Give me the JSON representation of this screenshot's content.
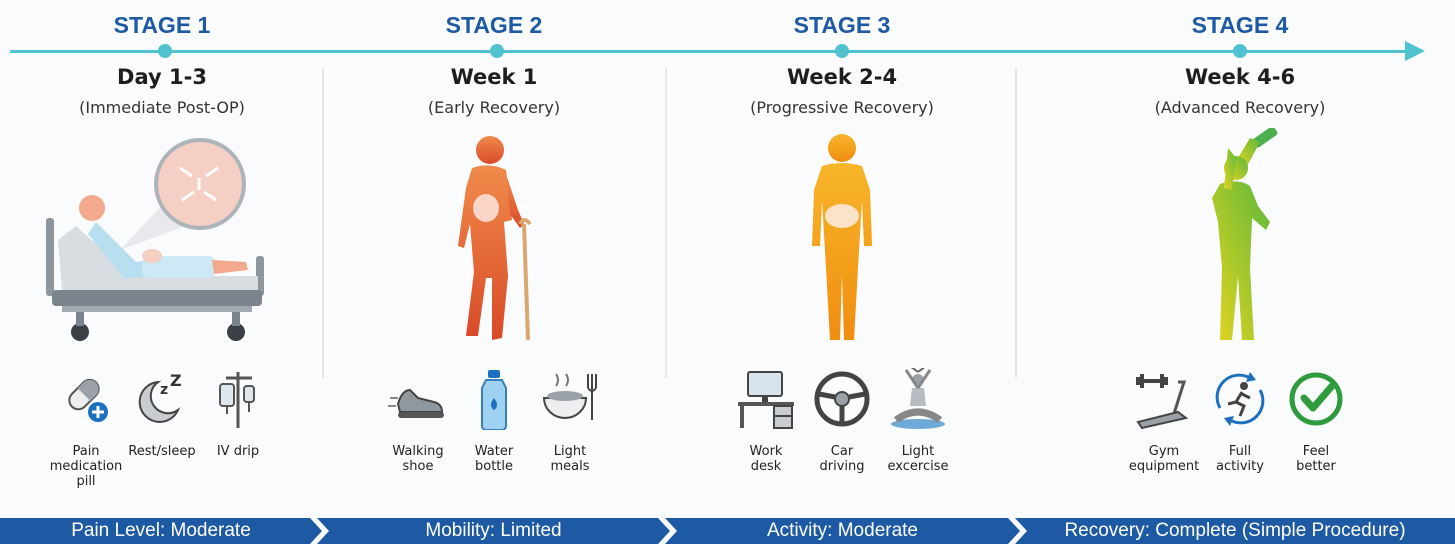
{
  "stages": [
    {
      "label": "STAGE 1",
      "period": "Day 1-3",
      "phase": "(Immediate Post-OP)",
      "items": [
        {
          "icon": "pill-icon",
          "label": "Pain\nmedication\npill"
        },
        {
          "icon": "moon-sleep-icon",
          "label": "Rest/sleep"
        },
        {
          "icon": "iv-drip-icon",
          "label": "IV drip"
        }
      ]
    },
    {
      "label": "STAGE 2",
      "period": "Week 1",
      "phase": "(Early Recovery)",
      "items": [
        {
          "icon": "shoe-icon",
          "label": "Walking\nshoe"
        },
        {
          "icon": "water-bottle-icon",
          "label": "Water\nbottle"
        },
        {
          "icon": "meal-bowl-icon",
          "label": "Light\nmeals"
        }
      ]
    },
    {
      "label": "STAGE 3",
      "period": "Week 2-4",
      "phase": "(Progressive Recovery)",
      "items": [
        {
          "icon": "desk-icon",
          "label": "Work\ndesk"
        },
        {
          "icon": "steering-wheel-icon",
          "label": "Car\ndriving"
        },
        {
          "icon": "yoga-icon",
          "label": "Light\nexcercise"
        }
      ]
    },
    {
      "label": "STAGE 4",
      "period": "Week 4-6",
      "phase": "(Advanced Recovery)",
      "items": [
        {
          "icon": "treadmill-icon",
          "label": "Gym\nequipment"
        },
        {
          "icon": "runner-cycle-icon",
          "label": "Full\nactivity"
        },
        {
          "icon": "check-icon",
          "label": "Feel\nbetter"
        }
      ]
    }
  ],
  "banner": [
    "Pain Level: Moderate",
    "Mobility: Limited",
    "Activity: Moderate",
    "Recovery: Complete (Simple Procedure)"
  ],
  "colors": {
    "timeline": "#4fc1cf",
    "stage_label": "#1d5aa3",
    "banner": "#1d5aa3",
    "figure_stage2": "#e8562a",
    "figure_stage3": "#f59a12",
    "figure_stage4": "#a8cf2a"
  }
}
